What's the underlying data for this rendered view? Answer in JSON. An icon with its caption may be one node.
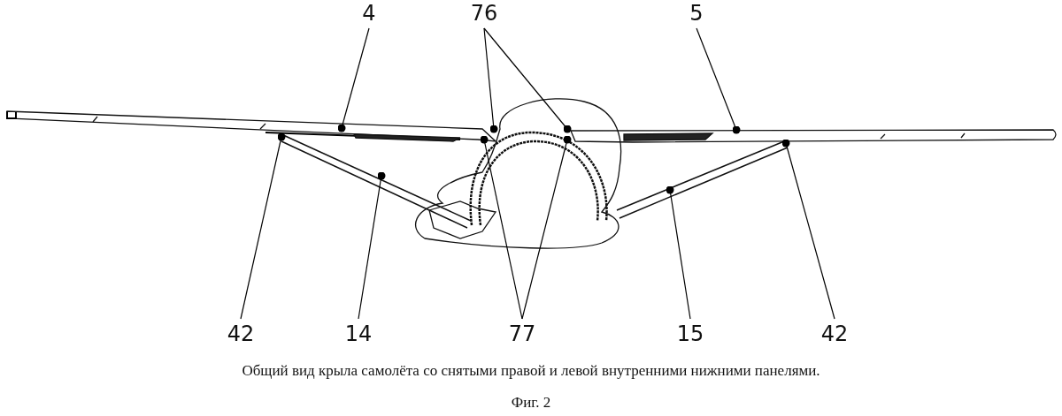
{
  "diagram": {
    "caption": "Общий вид крыла самолёта со снятыми правой и левой внутренними нижними панелями.",
    "nodes": [
      {
        "text": [
          "4"
        ]
      },
      {
        "text": [
          "76"
        ]
      },
      {
        "text": [
          "5"
        ]
      },
      {
        "text": [
          "42"
        ]
      },
      {
        "text": [
          "14"
        ]
      },
      {
        "text": [
          "77"
        ]
      },
      {
        "text": [
          "15"
        ]
      },
      {
        "text": [
          "42"
        ]
      }
    ],
    "edges": [
      {
        "from": 0,
        "to": null,
        "arrow": "other"
      },
      {
        "from": 1,
        "to": null,
        "arrow": "other"
      },
      {
        "from": 1,
        "to": null,
        "arrow": "other"
      },
      {
        "from": 2,
        "to": null,
        "arrow": "other"
      },
      {
        "from": 3,
        "to": null,
        "arrow": "other"
      },
      {
        "from": 4,
        "to": null,
        "arrow": "other"
      },
      {
        "from": 5,
        "to": null,
        "arrow": "other"
      },
      {
        "from": 5,
        "to": null,
        "arrow": "other"
      },
      {
        "from": 6,
        "to": null,
        "arrow": "other"
      },
      {
        "from": 7,
        "to": null,
        "arrow": "other"
      }
    ],
    "labels": [
      "Фиг. 2"
    ]
  }
}
